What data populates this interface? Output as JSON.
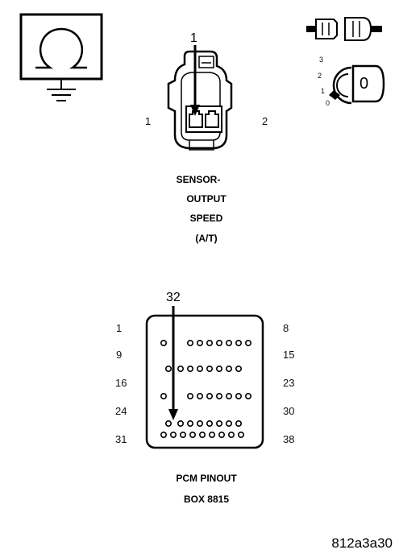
{
  "meter_icon": {
    "symbol": "Ω",
    "name": "ohmmeter-icon"
  },
  "key_icon": {
    "name": "ignition-key-icon",
    "positions": [
      "3",
      "2",
      "1",
      "0"
    ],
    "key_label": "0"
  },
  "sensor_connector": {
    "callout_pin": "1",
    "left_pin": "1",
    "right_pin": "2",
    "caption_lines": [
      "SENSOR-",
      "OUTPUT",
      "SPEED",
      "(A/T)"
    ]
  },
  "pcm_connector": {
    "callout_pin": "32",
    "row_labels_left": [
      "1",
      "9",
      "16",
      "24",
      "31"
    ],
    "row_labels_right": [
      "8",
      "15",
      "23",
      "30",
      "38"
    ],
    "caption_lines": [
      "PCM PINOUT",
      "BOX 8815"
    ]
  },
  "figure_id": "812a3a30"
}
